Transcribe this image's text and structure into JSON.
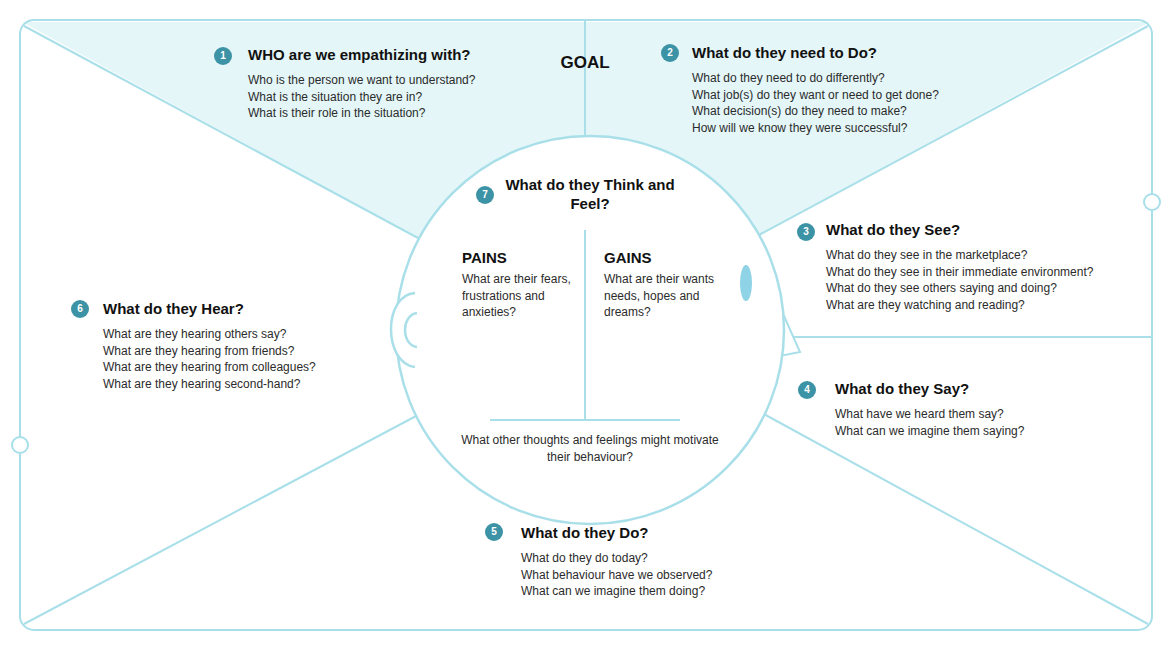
{
  "diagram": {
    "nodes": [
      {
        "text": [
          "WHO are we empathizing with?",
          "Who is the person we want to understand?",
          "What is the situation they are in?",
          "What is their role in the situation?"
        ]
      },
      {
        "text": [
          "What do they need to Do?",
          "What do they need to do differently?",
          "What job(s) do they want or need to get done?",
          "What decision(s) do they need to make?",
          "How will we know they were successful?"
        ]
      },
      {
        "text": [
          "What do they See?",
          "What do they see in the marketplace?",
          "What do they see in their immediate environment?",
          "What do they see others saying and doing?",
          "What are they watching and reading?"
        ]
      },
      {
        "text": [
          "What do they Say?",
          "What have we heard them say?",
          "What can we imagine them saying?"
        ]
      },
      {
        "text": [
          "What do they Do?",
          "What do they do today?",
          "What behaviour have we observed?",
          "What can we imagine them doing?"
        ]
      },
      {
        "text": [
          "What do they Hear?",
          "What are they hearing others say?",
          "What are they hearing from friends?",
          "What are they hearing from colleagues?",
          "What are they hearing second-hand?"
        ]
      },
      {
        "text": [
          "What do they Think and Feel?",
          "PAINS",
          "What are their fears, frustrations and anxieties?",
          "GAINS",
          "What are their wants needs, hopes and dreams?",
          "What other thoughts and feelings might motivate their behaviour?"
        ]
      }
    ],
    "labels": [
      "1",
      "2",
      "3",
      "4",
      "5",
      "6",
      "7",
      "GOAL"
    ]
  }
}
